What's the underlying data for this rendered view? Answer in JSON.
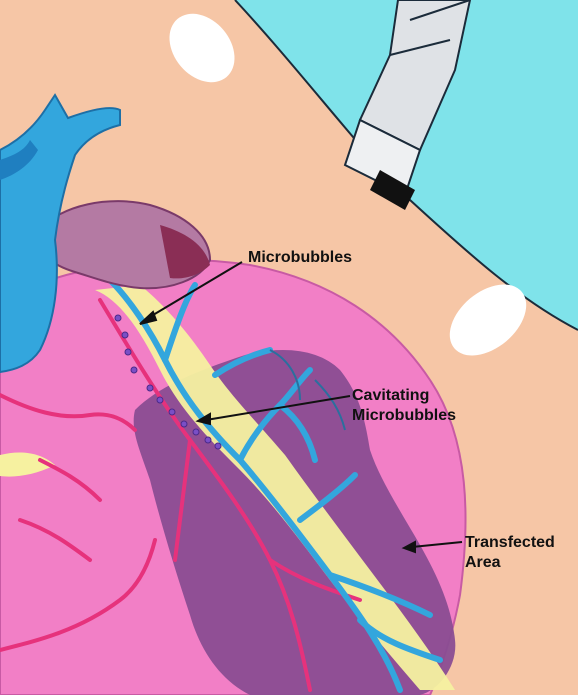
{
  "labels": {
    "microbubbles": "Microbubbles",
    "cavitating_line1": "Cavitating",
    "cavitating_line2": "Microbubbles",
    "transfected_line1": "Transfected",
    "transfected_line2": "Area"
  },
  "colors": {
    "background": "#f6c6a6",
    "cyan_sheet": "#7fe3ea",
    "skin": "#f4c3a5",
    "heart": "#f27fc6",
    "transfected": "#8a4d92",
    "vessels": "#33a6dd",
    "vessel_dark": "#2a6f9e",
    "yellow_tissue": "#f6f1a0",
    "red_vessels": "#e6327c",
    "atrium": "#b47aa3",
    "probe": "#dfe2e6",
    "probe_tip": "#111111",
    "bubbles": "#7a4fc6"
  },
  "icons": {
    "probe": "ultrasound-probe-icon"
  }
}
